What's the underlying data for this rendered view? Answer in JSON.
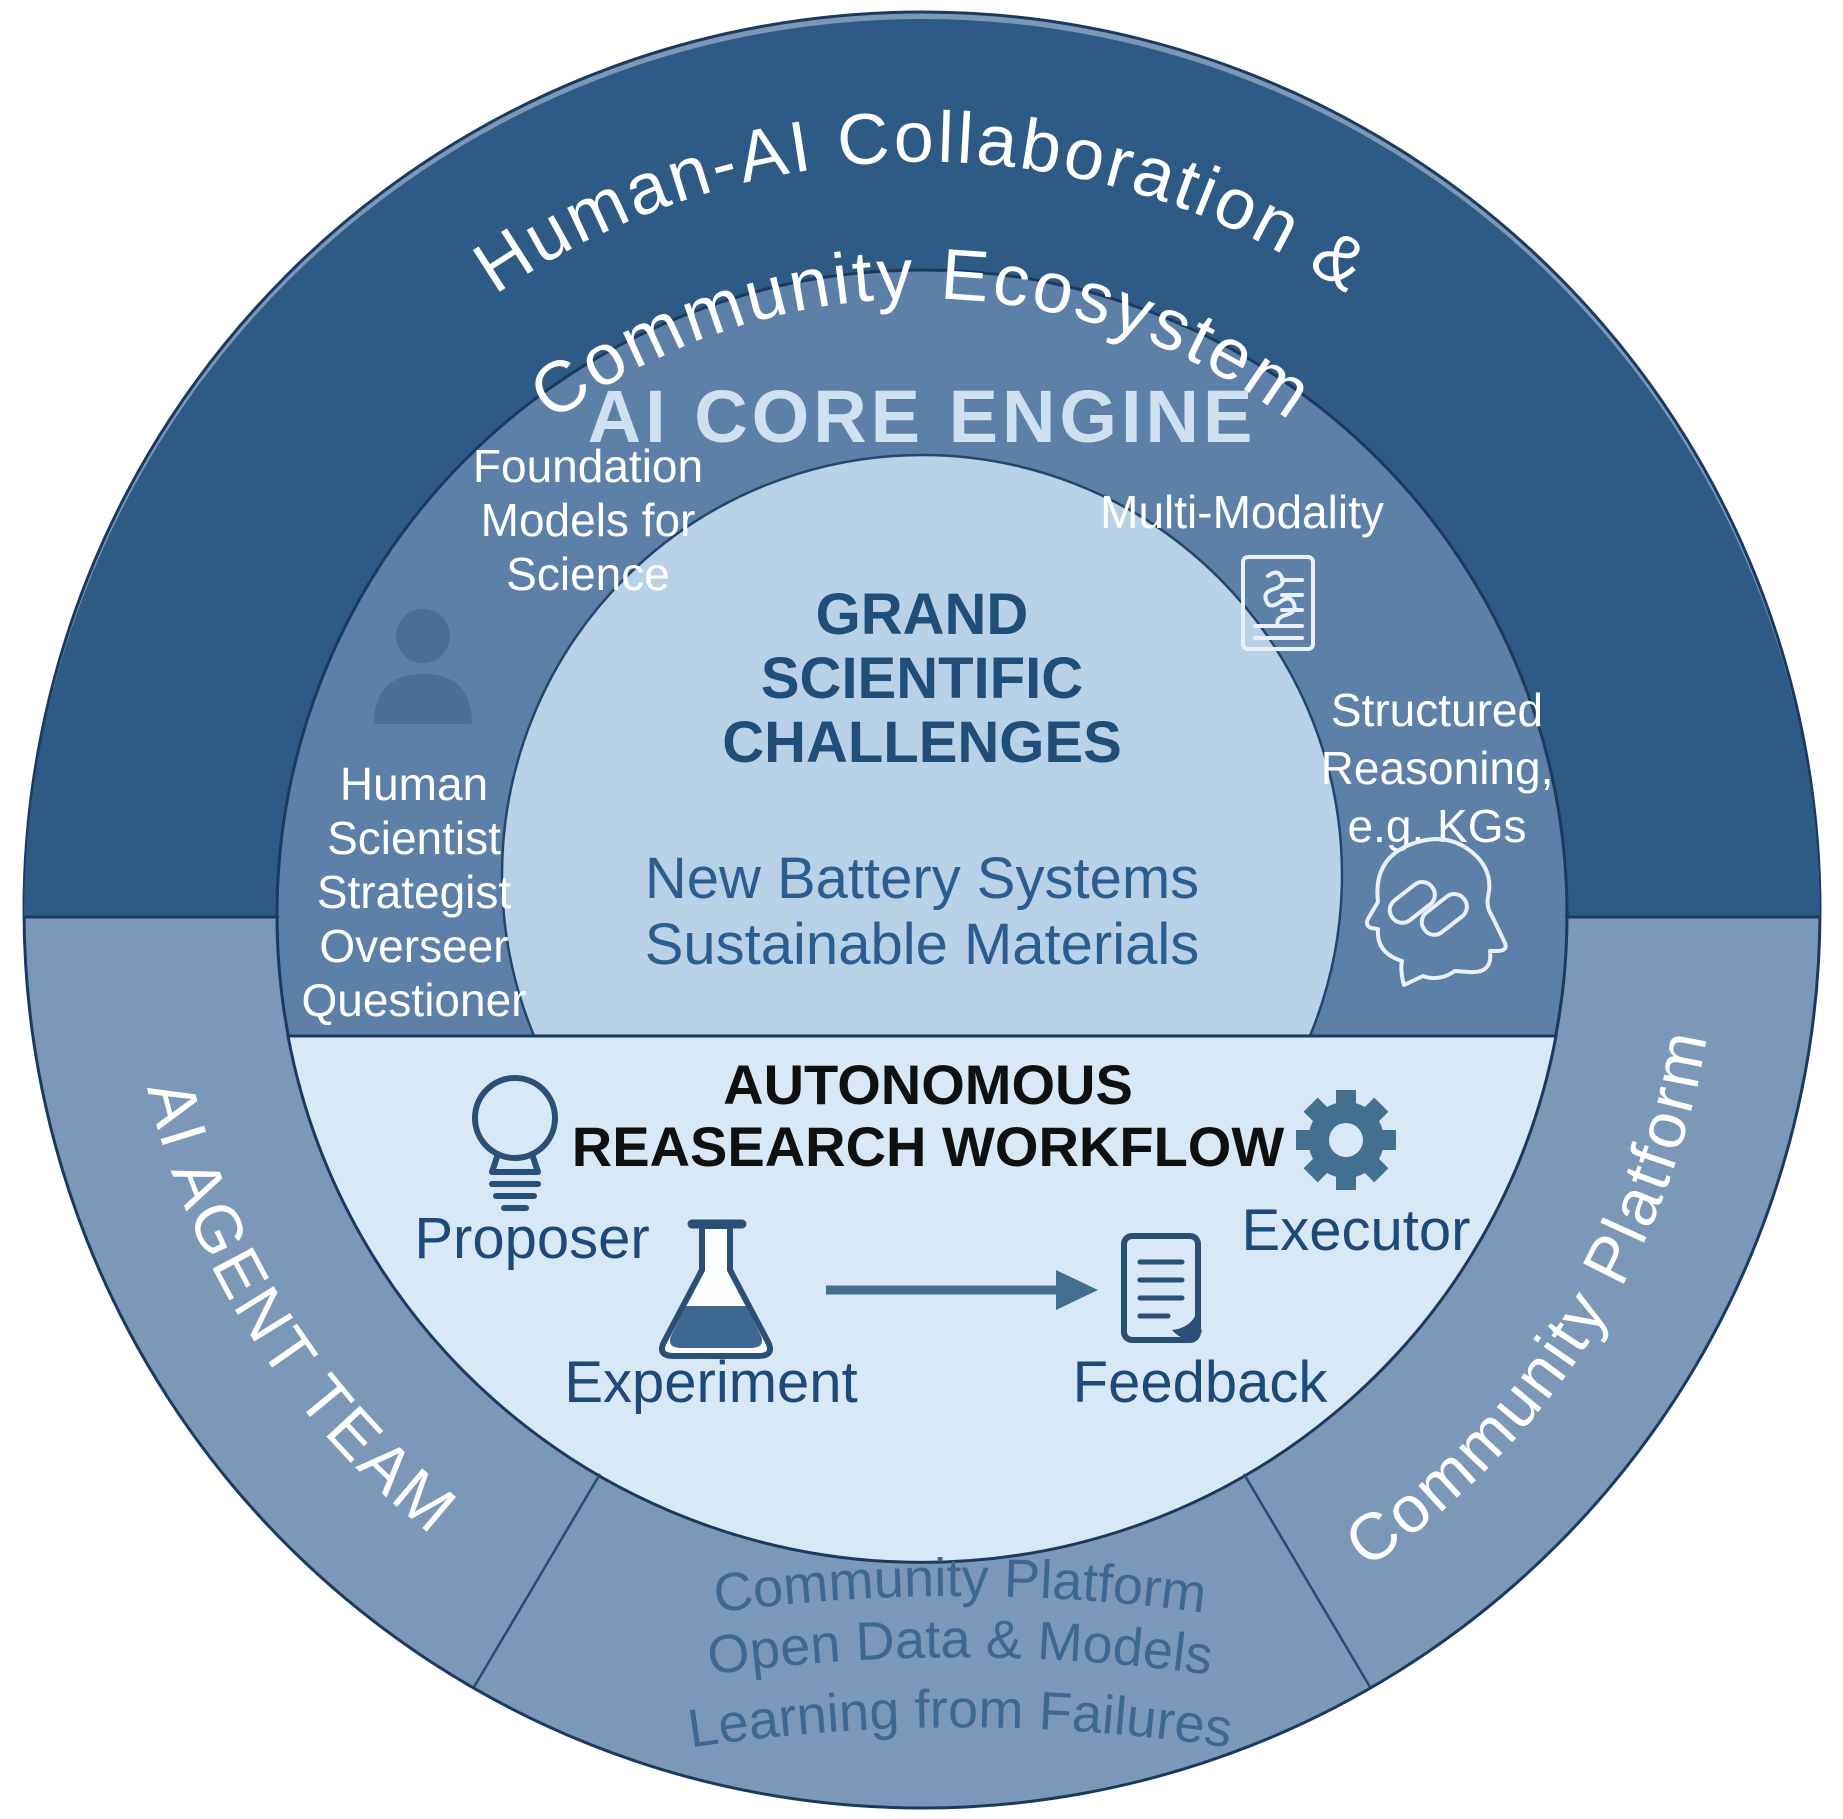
{
  "diagram": {
    "outer_ring": {
      "top_label_line1": "Human-AI Collaboration &",
      "top_label_line2": "Community Ecosystem",
      "left_label": "AI AGENT TEAM",
      "right_label": "Community Platform"
    },
    "middle_ring": {
      "title": "AI CORE ENGINE",
      "foundation_models": {
        "line1": "Foundation",
        "line2": "Models for",
        "line3": "Science"
      },
      "multi_modality_label": "Multi-Modality",
      "human_roles": {
        "line1": "Human",
        "line2": "Scientist",
        "line3": "Strategist",
        "line4": "Overseer",
        "line5": "Questioner"
      },
      "structured_reasoning": {
        "line1": "Structured",
        "line2": "Reasoning,",
        "line3": "e.g. KGs"
      },
      "bottom_segment": {
        "line1": "Community Platform",
        "line2": "Open Data & Models",
        "line3": "Learning from Failures"
      }
    },
    "inner_circle": {
      "title_line1": "GRAND",
      "title_line2": "SCIENTIFIC",
      "title_line3": "CHALLENGES",
      "challenge1": "New Battery Systems",
      "challenge2": "Sustainable Materials"
    },
    "workflow": {
      "title_line1": "AUTONOMOUS",
      "title_line2": "REASEARCH WORKFLOW",
      "proposer": "Proposer",
      "executor": "Executor",
      "experiment": "Experiment",
      "feedback": "Feedback"
    },
    "icons": {
      "person": "person-icon",
      "multimodality_document": "document-lines-icon",
      "knowledge_graph_head": "brain-knowledge-graph-icon",
      "lightbulb": "lightbulb-icon",
      "gear": "gear-icon",
      "flask": "flask-icon",
      "arrow": "arrow-right-icon",
      "feedback_document": "document-feedback-icon"
    },
    "colors": {
      "outer_top": "#2e5a86",
      "outer_bottom": "#7b98b9",
      "middle": "#5d80a8",
      "inner": "#b9d1e7",
      "workflow_bg": "#d9e8f6",
      "stroke_navy": "#1c3a5f",
      "title_light": "#cfe0f0",
      "navy_text": "#1f4e79",
      "battery_text": "#2c5d90",
      "workflow_title_text": "#101010",
      "label_text": "#1d4a78",
      "bottom_text": "#3e6890",
      "icon_slate": "#44708f",
      "person_fill": "#4b6f96"
    }
  }
}
